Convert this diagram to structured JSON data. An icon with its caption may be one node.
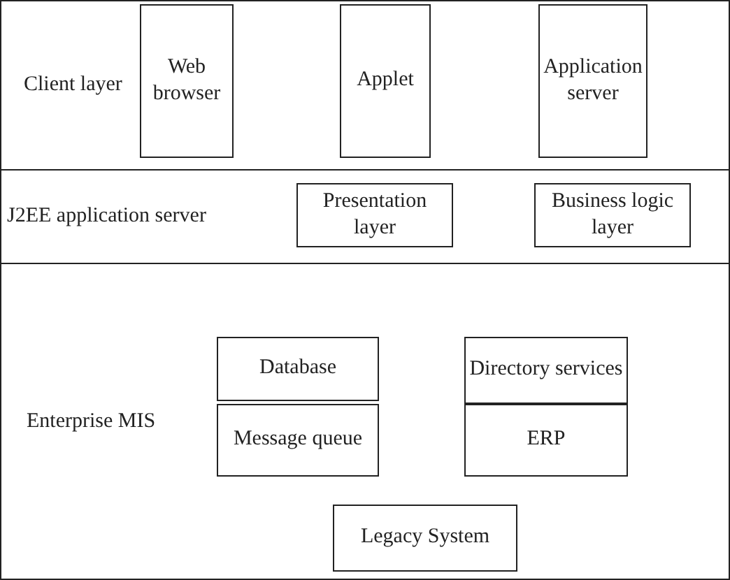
{
  "diagram": {
    "nodes": [
      {
        "text": [
          "Client layer"
        ]
      },
      {
        "text": [
          "Web browser"
        ],
        "in": 0
      },
      {
        "text": [
          "Applet"
        ],
        "in": 0
      },
      {
        "text": [
          "Application server"
        ],
        "in": 0
      },
      {
        "text": [
          "J2EE application server"
        ]
      },
      {
        "text": [
          "Presentation layer"
        ],
        "in": 4
      },
      {
        "text": [
          "Business logic layer"
        ],
        "in": 4
      },
      {
        "text": [
          "Enterprise MIS"
        ]
      },
      {
        "text": [
          "Database"
        ],
        "in": 7
      },
      {
        "text": [
          "Directory services"
        ],
        "in": 7
      },
      {
        "text": [
          "Message queue"
        ],
        "in": 7
      },
      {
        "text": [
          "ERP"
        ],
        "in": 7
      },
      {
        "text": [
          "Legacy System"
        ],
        "in": 7
      }
    ],
    "edges": []
  }
}
